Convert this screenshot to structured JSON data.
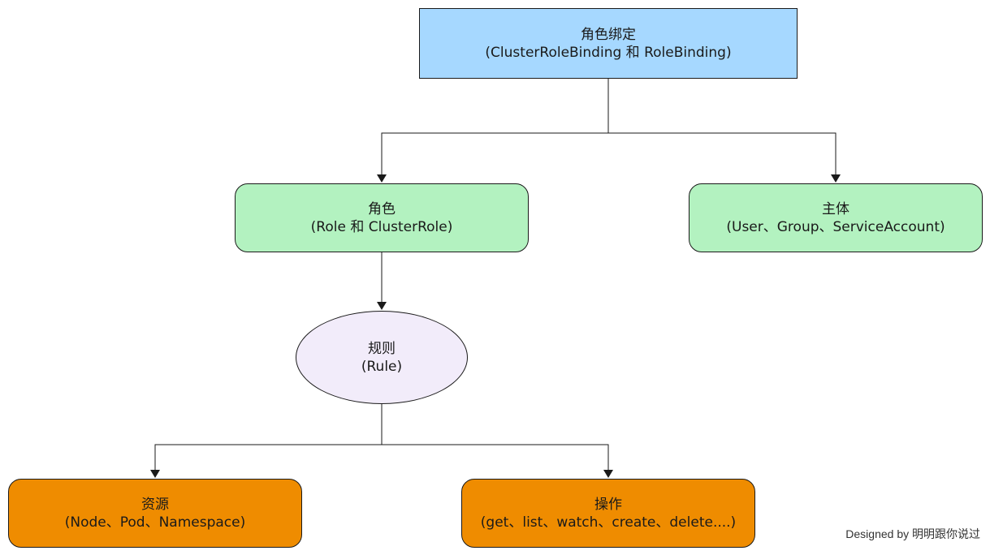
{
  "nodes": {
    "binding": {
      "title": "角色绑定",
      "subtitle": "(ClusterRoleBinding 和 RoleBinding)"
    },
    "role": {
      "title": "角色",
      "subtitle": "(Role 和 ClusterRole)"
    },
    "subject": {
      "title": "主体",
      "subtitle": "(User、Group、ServiceAccount)"
    },
    "rule": {
      "title": "规则",
      "subtitle": "(Rule)"
    },
    "resource": {
      "title": "资源",
      "subtitle": "(Node、Pod、Namespace)"
    },
    "action": {
      "title": "操作",
      "subtitle": "(get、list、watch、create、delete....)"
    }
  },
  "colors": {
    "binding": "#a6d8ff",
    "role_subject": "#b3f2c0",
    "rule": "#f2ecfa",
    "resource_action": "#ef8c00"
  },
  "credit": "Designed by 明明跟你说过"
}
